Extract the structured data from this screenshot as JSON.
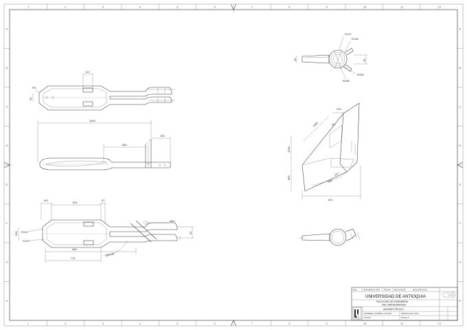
{
  "zone_letters": [
    "A",
    "B",
    "C",
    "D",
    "E",
    "F",
    "G",
    "H"
  ],
  "zone_numbers": [
    "1",
    "2",
    "3",
    "4",
    "5",
    "6",
    "7",
    "8",
    "9",
    "10",
    "11",
    "12"
  ],
  "views": {
    "top_view": {
      "dims": {
        "d122": "122",
        "r3": "R3",
        "d50": "50"
      }
    },
    "side_view": {
      "dims": {
        "d1840": "1840",
        "d680": "680",
        "d230": "230"
      }
    },
    "bottom_view": {
      "dims": {
        "d145": "145",
        "d602": "602",
        "d57": "57",
        "r131": "R131",
        "d260": "260",
        "r122": "R122",
        "d968": "968",
        "d731": "731",
        "d50": "Ø50",
        "d55": "55",
        "ang": "150.00°"
      }
    },
    "end_view_top": {
      "dims": {
        "r122": "R122",
        "r138": "R138",
        "d59": "59",
        "d150": "Ø150",
        "d166": "Ø166",
        "d40": "40"
      }
    },
    "iso_view": {
      "dims": {
        "d220": "220",
        "d1060": "1060",
        "d75": "75",
        "d1096": "1096",
        "d866": "866",
        "d577": "577",
        "d666": "666",
        "d841": "841"
      }
    }
  },
  "title_block": {
    "university": "UNIVERSIDAD DE ANTIOQUIA",
    "faculty": "FACULTAD DE INGENIERÍA",
    "department": "ING. AEROESPACIAL",
    "project": "AVIONES PIEZA 3",
    "logo_letters": "UdeA",
    "header_cells": [
      "REV",
      "APROBADO POR",
      "FECHA",
      "REVISADO",
      "DESCRIPCIÓN"
    ],
    "bottom_cells": [
      "NOMBRE: ANDRÉS CASTRO",
      "VERIFICADO POR",
      "FECHA",
      "ESCALA"
    ]
  }
}
